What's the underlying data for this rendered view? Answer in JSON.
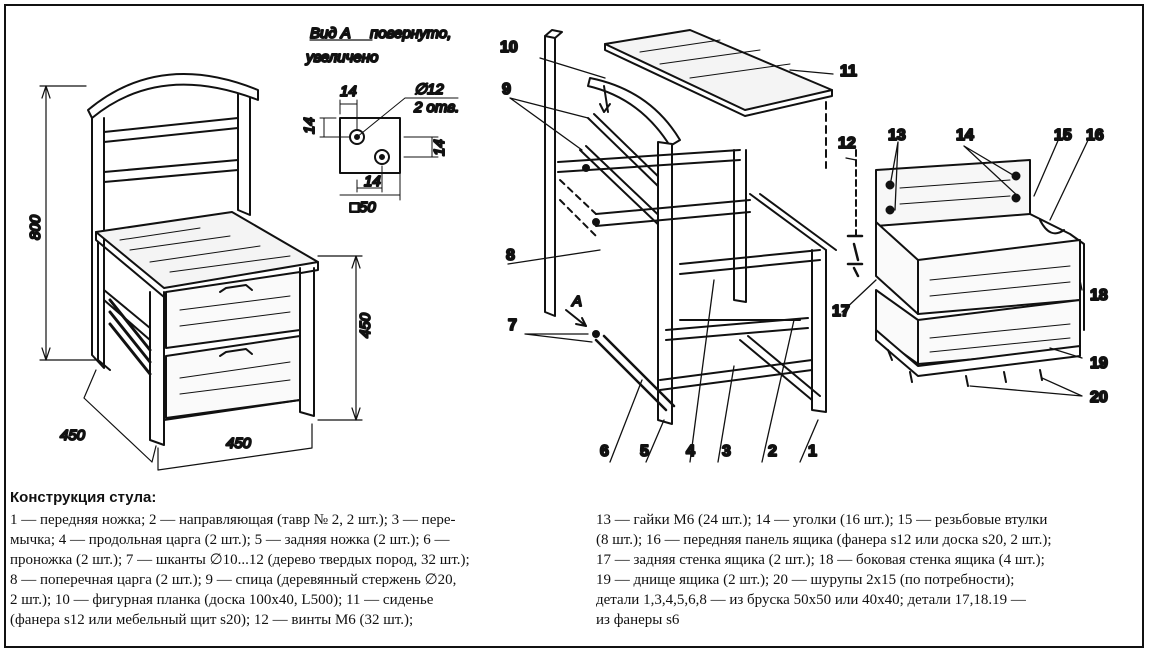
{
  "view_label": {
    "title": "Вид А",
    "rest": " повернуто,",
    "line2": "увеличено"
  },
  "detail_dims": {
    "d14_top": "14",
    "d14_left": "14",
    "d14_right": "14",
    "d14_bottom": "14",
    "hole": "∅12",
    "holes_note": "2 отв.",
    "square": "□50"
  },
  "chair_dims": {
    "height": "800",
    "depth_side": "450",
    "width": "450",
    "depth": "450"
  },
  "arrow_label": "A",
  "part_numbers": [
    "1",
    "2",
    "3",
    "4",
    "5",
    "6",
    "7",
    "8",
    "9",
    "10",
    "11",
    "12",
    "13",
    "14",
    "15",
    "16",
    "17",
    "18",
    "19",
    "20"
  ],
  "legend": {
    "title": "Конструкция стула:",
    "left_lines": [
      "1 — передняя ножка; 2 — направляющая (тавр № 2, 2 шт.); 3 — пере-",
      "мычка; 4 — продольная царга (2 шт.); 5 — задняя ножка (2 шт.); 6 —",
      "проножка (2 шт.); 7 — шканты ∅10...12 (дерево твердых пород, 32 шт.);",
      "8 — поперечная царга (2 шт.); 9 — спица (деревянный стержень ∅20,",
      "2 шт.); 10 — фигурная планка (доска 100х40, L500); 11 — сиденье",
      "(фанера s12 или мебельный щит s20); 12 — винты М6 (32 шт.);"
    ],
    "right_lines": [
      "13 — гайки М6 (24 шт.); 14 — уголки (16 шт.); 15 — резьбовые втулки",
      "(8 шт.); 16 — передняя панель ящика (фанера s12 или доска s20, 2 шт.);",
      "17 — задняя стенка ящика (2 шт.); 18 — боковая стенка ящика (4 шт.);",
      "19 — днище ящика (2 шт.); 20 — шурупы 2х15 (по потребности);",
      "детали 1,3,4,5,6,8 — из бруска 50х50 или 40х40; детали 17,18.19 —",
      "из фанеры s6"
    ]
  }
}
